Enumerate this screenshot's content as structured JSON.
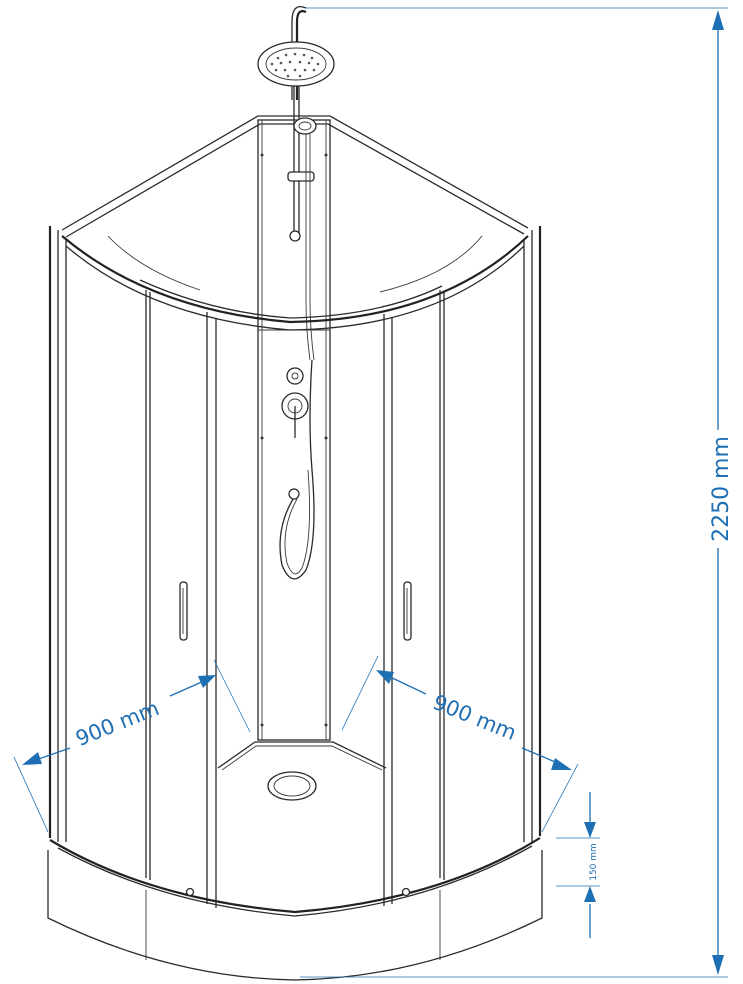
{
  "dimensions": {
    "height": "2250 mm",
    "width_left": "900 mm",
    "width_right": "900 mm",
    "tray_height": "150 mm"
  },
  "colors": {
    "dimension": "#1f6fb4",
    "drawing": "#2a2a2a"
  }
}
